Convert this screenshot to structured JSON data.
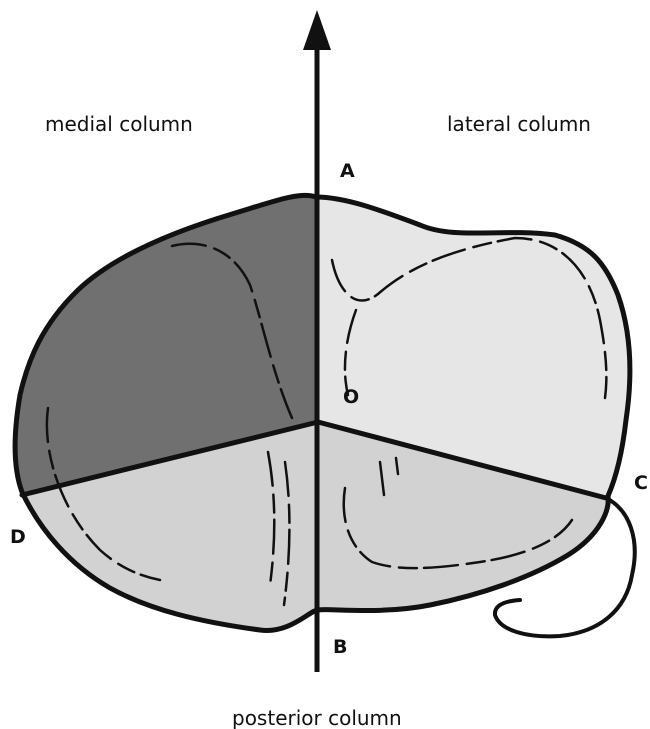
{
  "labels": {
    "medial": "medial column",
    "lateral": "lateral column",
    "posterior": "posterior column",
    "point_a": "A",
    "point_b": "B",
    "point_c": "C",
    "point_d": "D",
    "point_o": "O"
  },
  "colors": {
    "outline": "#111111",
    "medial_fill": "#707070",
    "lateral_fill": "#e6e6e6",
    "posterior_fill": "#d2d2d2",
    "background": "#ffffff"
  }
}
